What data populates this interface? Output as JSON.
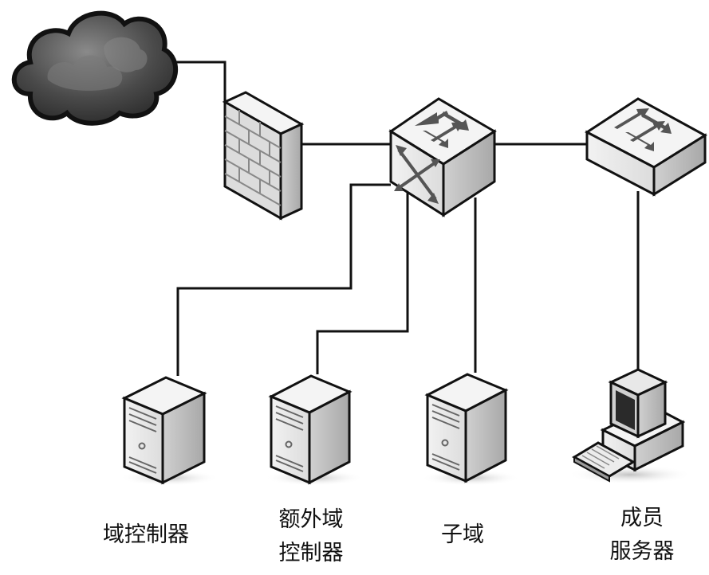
{
  "nodes": {
    "internet": {
      "icon": "cloud-icon"
    },
    "firewall": {
      "icon": "firewall-icon"
    },
    "core_switch": {
      "icon": "layer3-switch-icon"
    },
    "access_switch": {
      "icon": "switch-icon"
    },
    "domain_controller": {
      "icon": "server-tower-icon",
      "label": "域控制器"
    },
    "extra_domain_controller": {
      "icon": "server-tower-icon",
      "label_line1": "额外域",
      "label_line2": "控制器"
    },
    "child_domain": {
      "icon": "server-tower-icon",
      "label": "子域"
    },
    "member_server": {
      "icon": "workstation-icon",
      "label_line1": "成员",
      "label_line2": "服务器"
    }
  },
  "colors": {
    "line": "#111111",
    "cloud": "#5a5a5a",
    "device_face": "#ececec",
    "device_side": "#c8c8c8",
    "device_top": "#f4f4f4"
  }
}
